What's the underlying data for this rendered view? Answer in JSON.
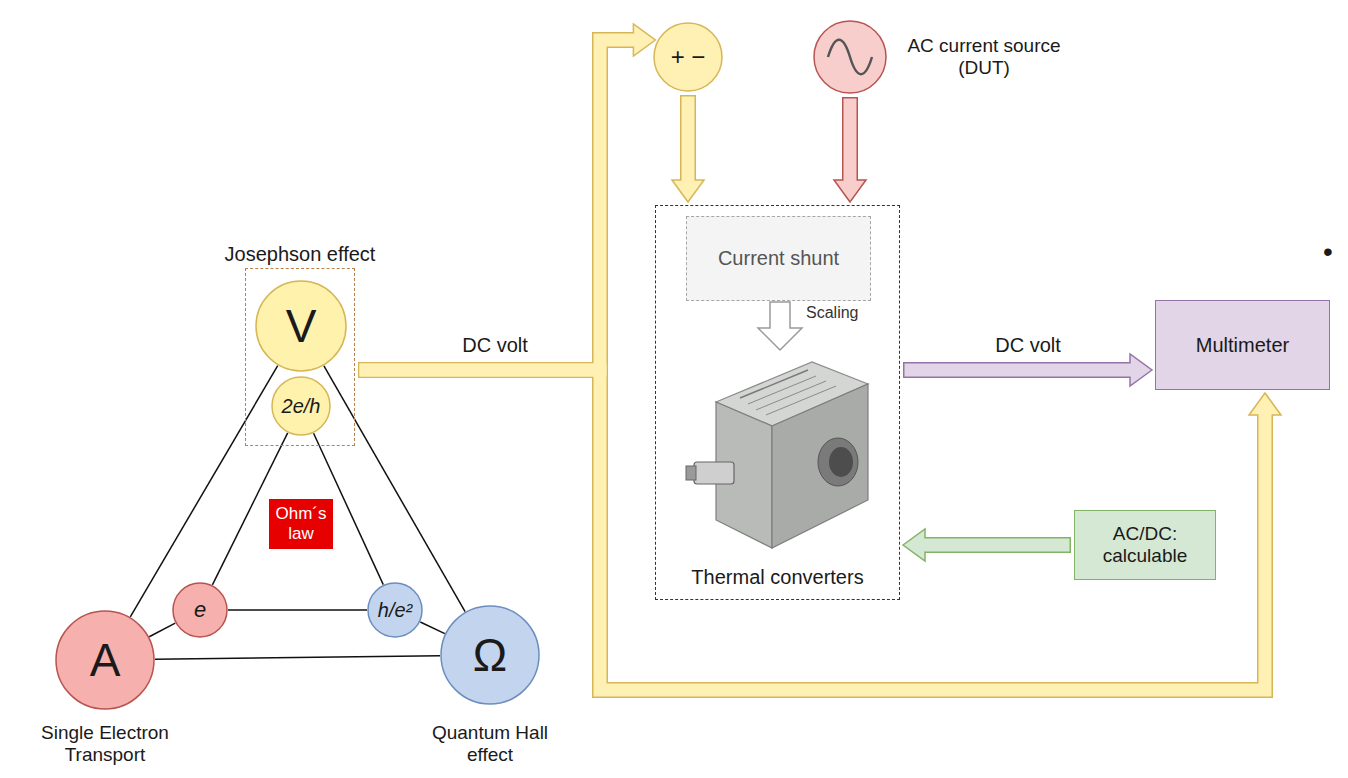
{
  "diagram": {
    "nodes": [
      {
        "text": [
          "Josephson effect"
        ]
      },
      {
        "text": [
          "V"
        ],
        "in": 0
      },
      {
        "text": [
          "2e/h"
        ],
        "in": 0
      },
      {
        "text": [
          "Ohm´s law"
        ]
      },
      {
        "text": [
          "e"
        ]
      },
      {
        "text": [
          "h/e²"
        ]
      },
      {
        "text": [
          "A"
        ]
      },
      {
        "text": [
          "Ω"
        ]
      },
      {
        "text": [
          "+ −"
        ]
      },
      {
        "text": [
          "AC current source (DUT)"
        ]
      },
      {
        "text": [
          "Thermal converters"
        ]
      },
      {
        "text": [
          "Current shunt"
        ],
        "in": 10
      },
      {
        "text": [
          "Multimeter"
        ]
      },
      {
        "text": [
          "AC/DC: calculable"
        ]
      }
    ],
    "edges": [
      {
        "from": 0,
        "to": 8,
        "arrow": "to",
        "label": "DC volt"
      },
      {
        "from": 0,
        "to": 12,
        "arrow": "to"
      },
      {
        "from": 8,
        "to": 10,
        "arrow": "to"
      },
      {
        "from": 9,
        "to": 10,
        "arrow": "to"
      },
      {
        "from": 10,
        "to": 12,
        "arrow": "to",
        "label": "DC volt"
      },
      {
        "from": 13,
        "to": 10,
        "arrow": "to"
      },
      {
        "from": 1,
        "to": 6,
        "arrow": "none"
      },
      {
        "from": 1,
        "to": 7,
        "arrow": "none"
      },
      {
        "from": 6,
        "to": 7,
        "arrow": "none"
      },
      {
        "from": 2,
        "to": 4,
        "arrow": "none"
      },
      {
        "from": 2,
        "to": 5,
        "arrow": "none"
      },
      {
        "from": 4,
        "to": 5,
        "arrow": "none"
      },
      {
        "from": 6,
        "to": 4,
        "arrow": "none"
      },
      {
        "from": 7,
        "to": 5,
        "arrow": "none"
      }
    ],
    "labels": [
      "Scaling",
      "Single Electron Transport",
      "Quantum Hall effect",
      "•"
    ]
  }
}
